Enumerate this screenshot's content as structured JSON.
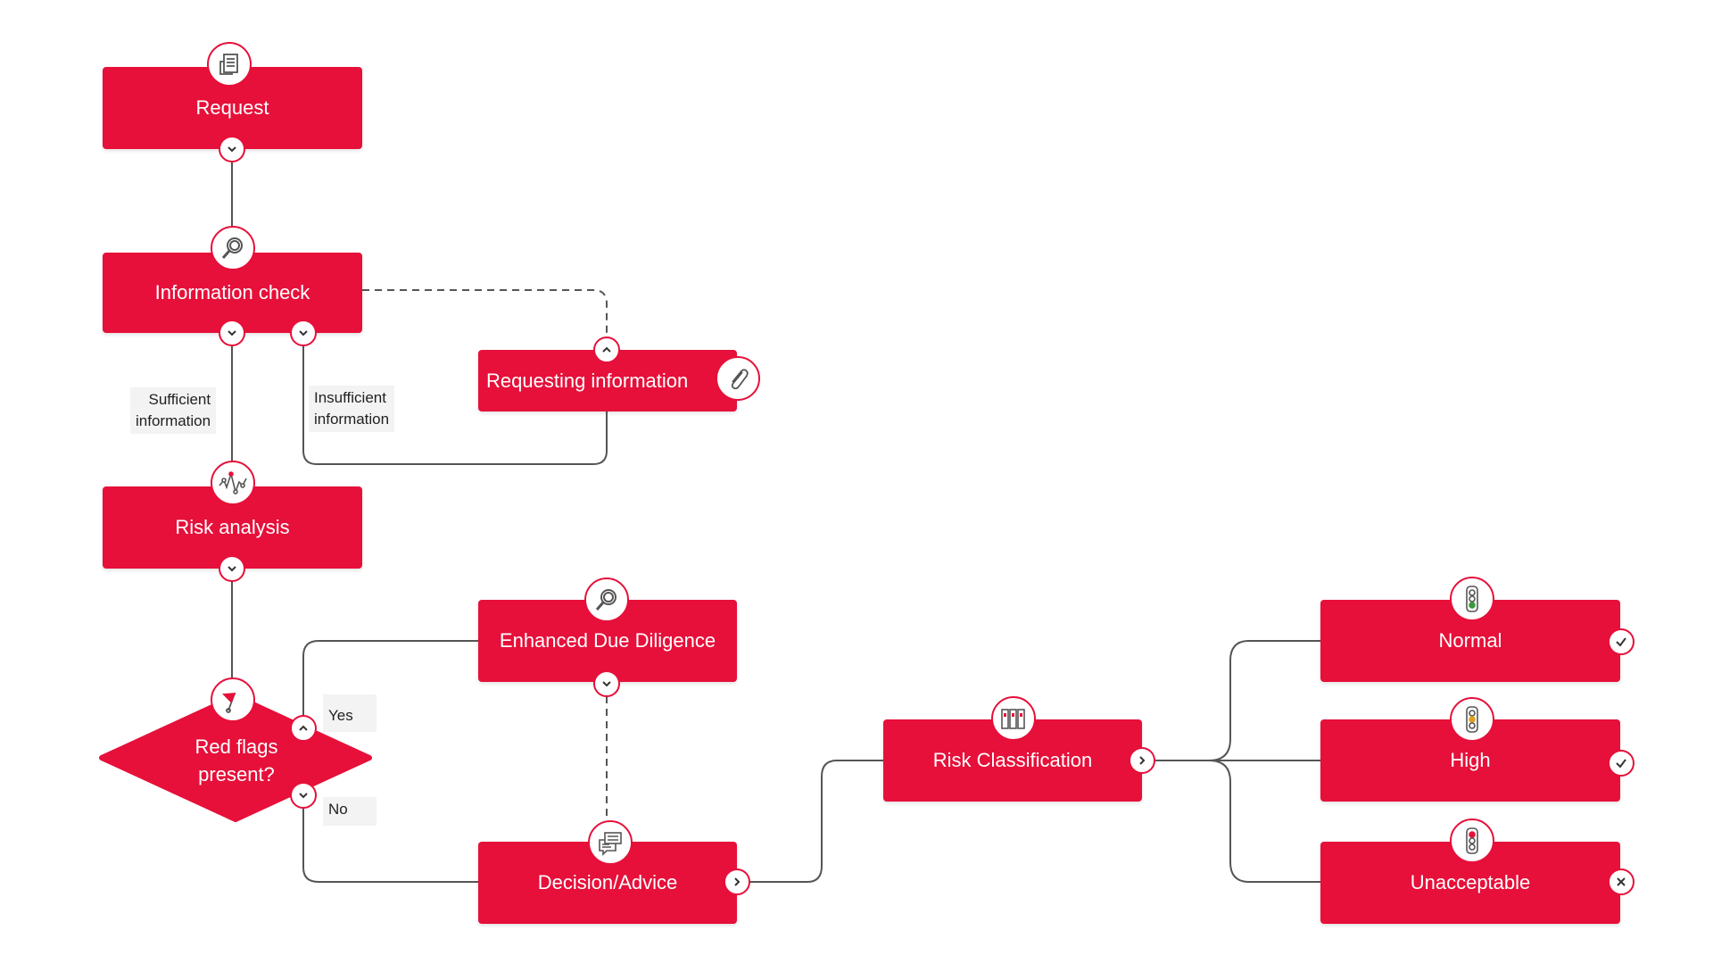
{
  "colors": {
    "node": "#e6103a",
    "wire": "#555555",
    "icon": "#555555"
  },
  "nodes": {
    "request": "Request",
    "information_check": "Information check",
    "requesting_information": "Requesting information",
    "risk_analysis": "Risk analysis",
    "red_flags": [
      "Red flags",
      "present?"
    ],
    "enhanced_due_diligence": "Enhanced Due Diligence",
    "decision_advice": "Decision/Advice",
    "risk_classification": "Risk Classification",
    "normal": "Normal",
    "high": "High",
    "unacceptable": "Unacceptable"
  },
  "edge_labels": {
    "sufficient": [
      "Sufficient",
      "information"
    ],
    "insufficient": [
      "Insufficient",
      "information"
    ],
    "yes": "Yes",
    "no": "No"
  },
  "icons": {
    "request": "document-icon",
    "information_check": "magnifier-icon",
    "requesting_information": "paperclip-icon",
    "risk_analysis": "pulse-chart-icon",
    "red_flags": "flag-icon",
    "enhanced_due_diligence": "magnifier-icon",
    "decision_advice": "chat-bubbles-icon",
    "risk_classification": "binders-icon",
    "normal": "traffic-light-green-icon",
    "high": "traffic-light-amber-icon",
    "unacceptable": "traffic-light-red-icon"
  }
}
